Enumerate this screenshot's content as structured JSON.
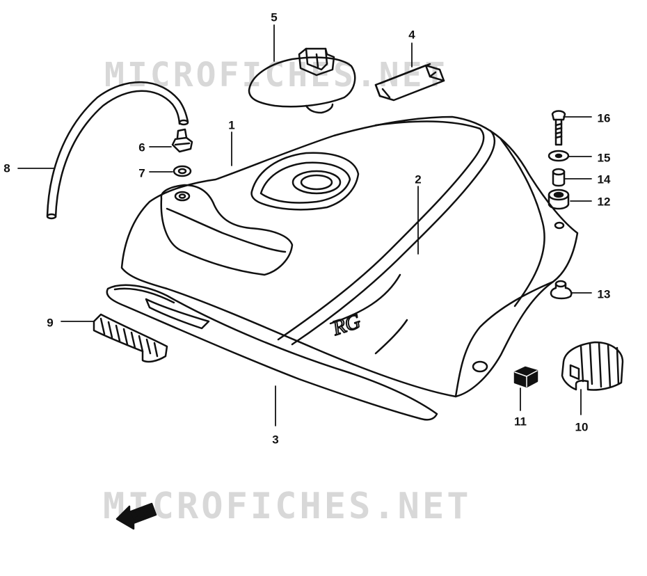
{
  "watermark": {
    "top": "MICROFICHES.NET",
    "bottom": "MICROFICHES.NET"
  },
  "direction_marker": {
    "label": "FWD"
  },
  "tank_emblem": {
    "text": "RG"
  },
  "callouts": [
    {
      "id": "1",
      "label": "1"
    },
    {
      "id": "2",
      "label": "2"
    },
    {
      "id": "3",
      "label": "3"
    },
    {
      "id": "4",
      "label": "4"
    },
    {
      "id": "5",
      "label": "5"
    },
    {
      "id": "6",
      "label": "6"
    },
    {
      "id": "7",
      "label": "7"
    },
    {
      "id": "8",
      "label": "8"
    },
    {
      "id": "9",
      "label": "9"
    },
    {
      "id": "10",
      "label": "10"
    },
    {
      "id": "11",
      "label": "11"
    },
    {
      "id": "12",
      "label": "12"
    },
    {
      "id": "13",
      "label": "13"
    },
    {
      "id": "14",
      "label": "14"
    },
    {
      "id": "15",
      "label": "15"
    },
    {
      "id": "16",
      "label": "16"
    }
  ]
}
